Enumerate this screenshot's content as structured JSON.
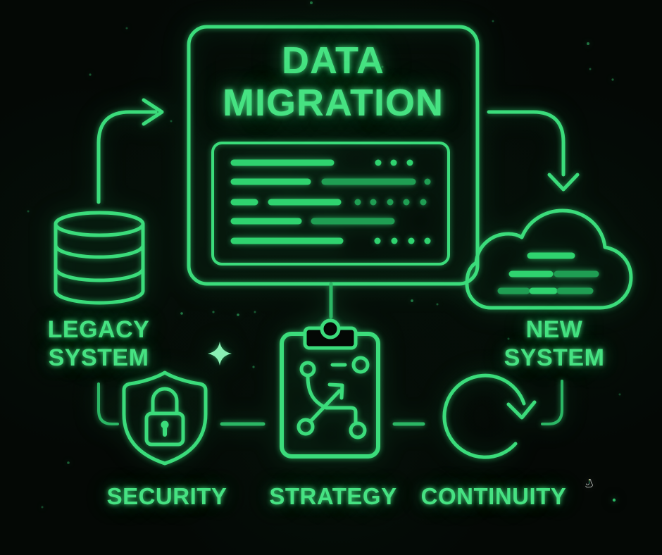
{
  "title": {
    "line1": "DATA",
    "line2": "MIGRATION"
  },
  "labels": {
    "legacy": {
      "line1": "LEGACY",
      "line2": "SYSTEM"
    },
    "new_system": {
      "line1": "NEW",
      "line2": "SYSTEM"
    },
    "security": "SECURITY",
    "strategy": "STRATEGY",
    "continuity": "CONTINUITY"
  },
  "icons": {
    "legacy": "database-icon",
    "new_system": "cloud-data-icon",
    "security": "shield-lock-icon",
    "strategy": "clipboard-strategy-icon",
    "continuity": "refresh-arrow-icon",
    "panel": "monitor-screen-icon",
    "flow_in": "arrow-right-icon",
    "flow_out": "arrow-down-icon",
    "brand": "brand-logo"
  },
  "colors": {
    "accent": "#3bdc7b",
    "accent_bright": "#46e282",
    "accent_dim": "#1f9e53",
    "background": "#040805",
    "star": "#8af0b4",
    "logo_stroke": "#f2f5f2",
    "logo_gradient": [
      "#ddd84e",
      "#3fe07c",
      "#16c6bd"
    ]
  }
}
